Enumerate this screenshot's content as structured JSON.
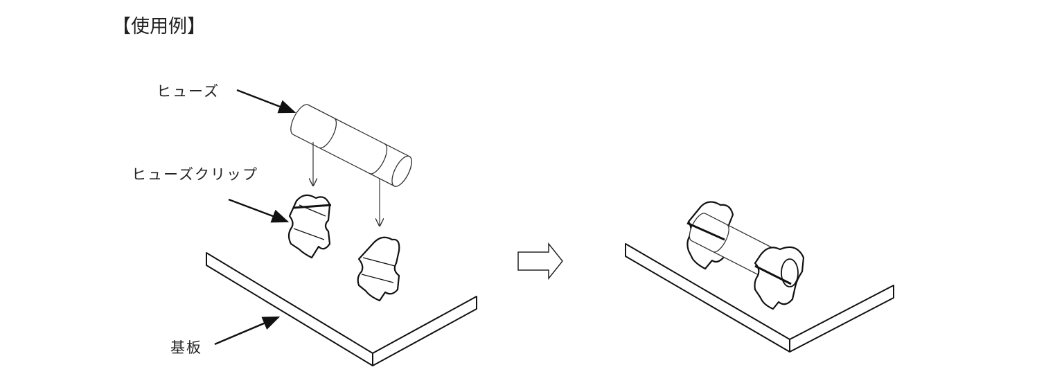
{
  "title": "【使用例】",
  "labels": {
    "fuse": "ヒューズ",
    "fuse_clip": "ヒューズクリップ",
    "board": "基板"
  }
}
